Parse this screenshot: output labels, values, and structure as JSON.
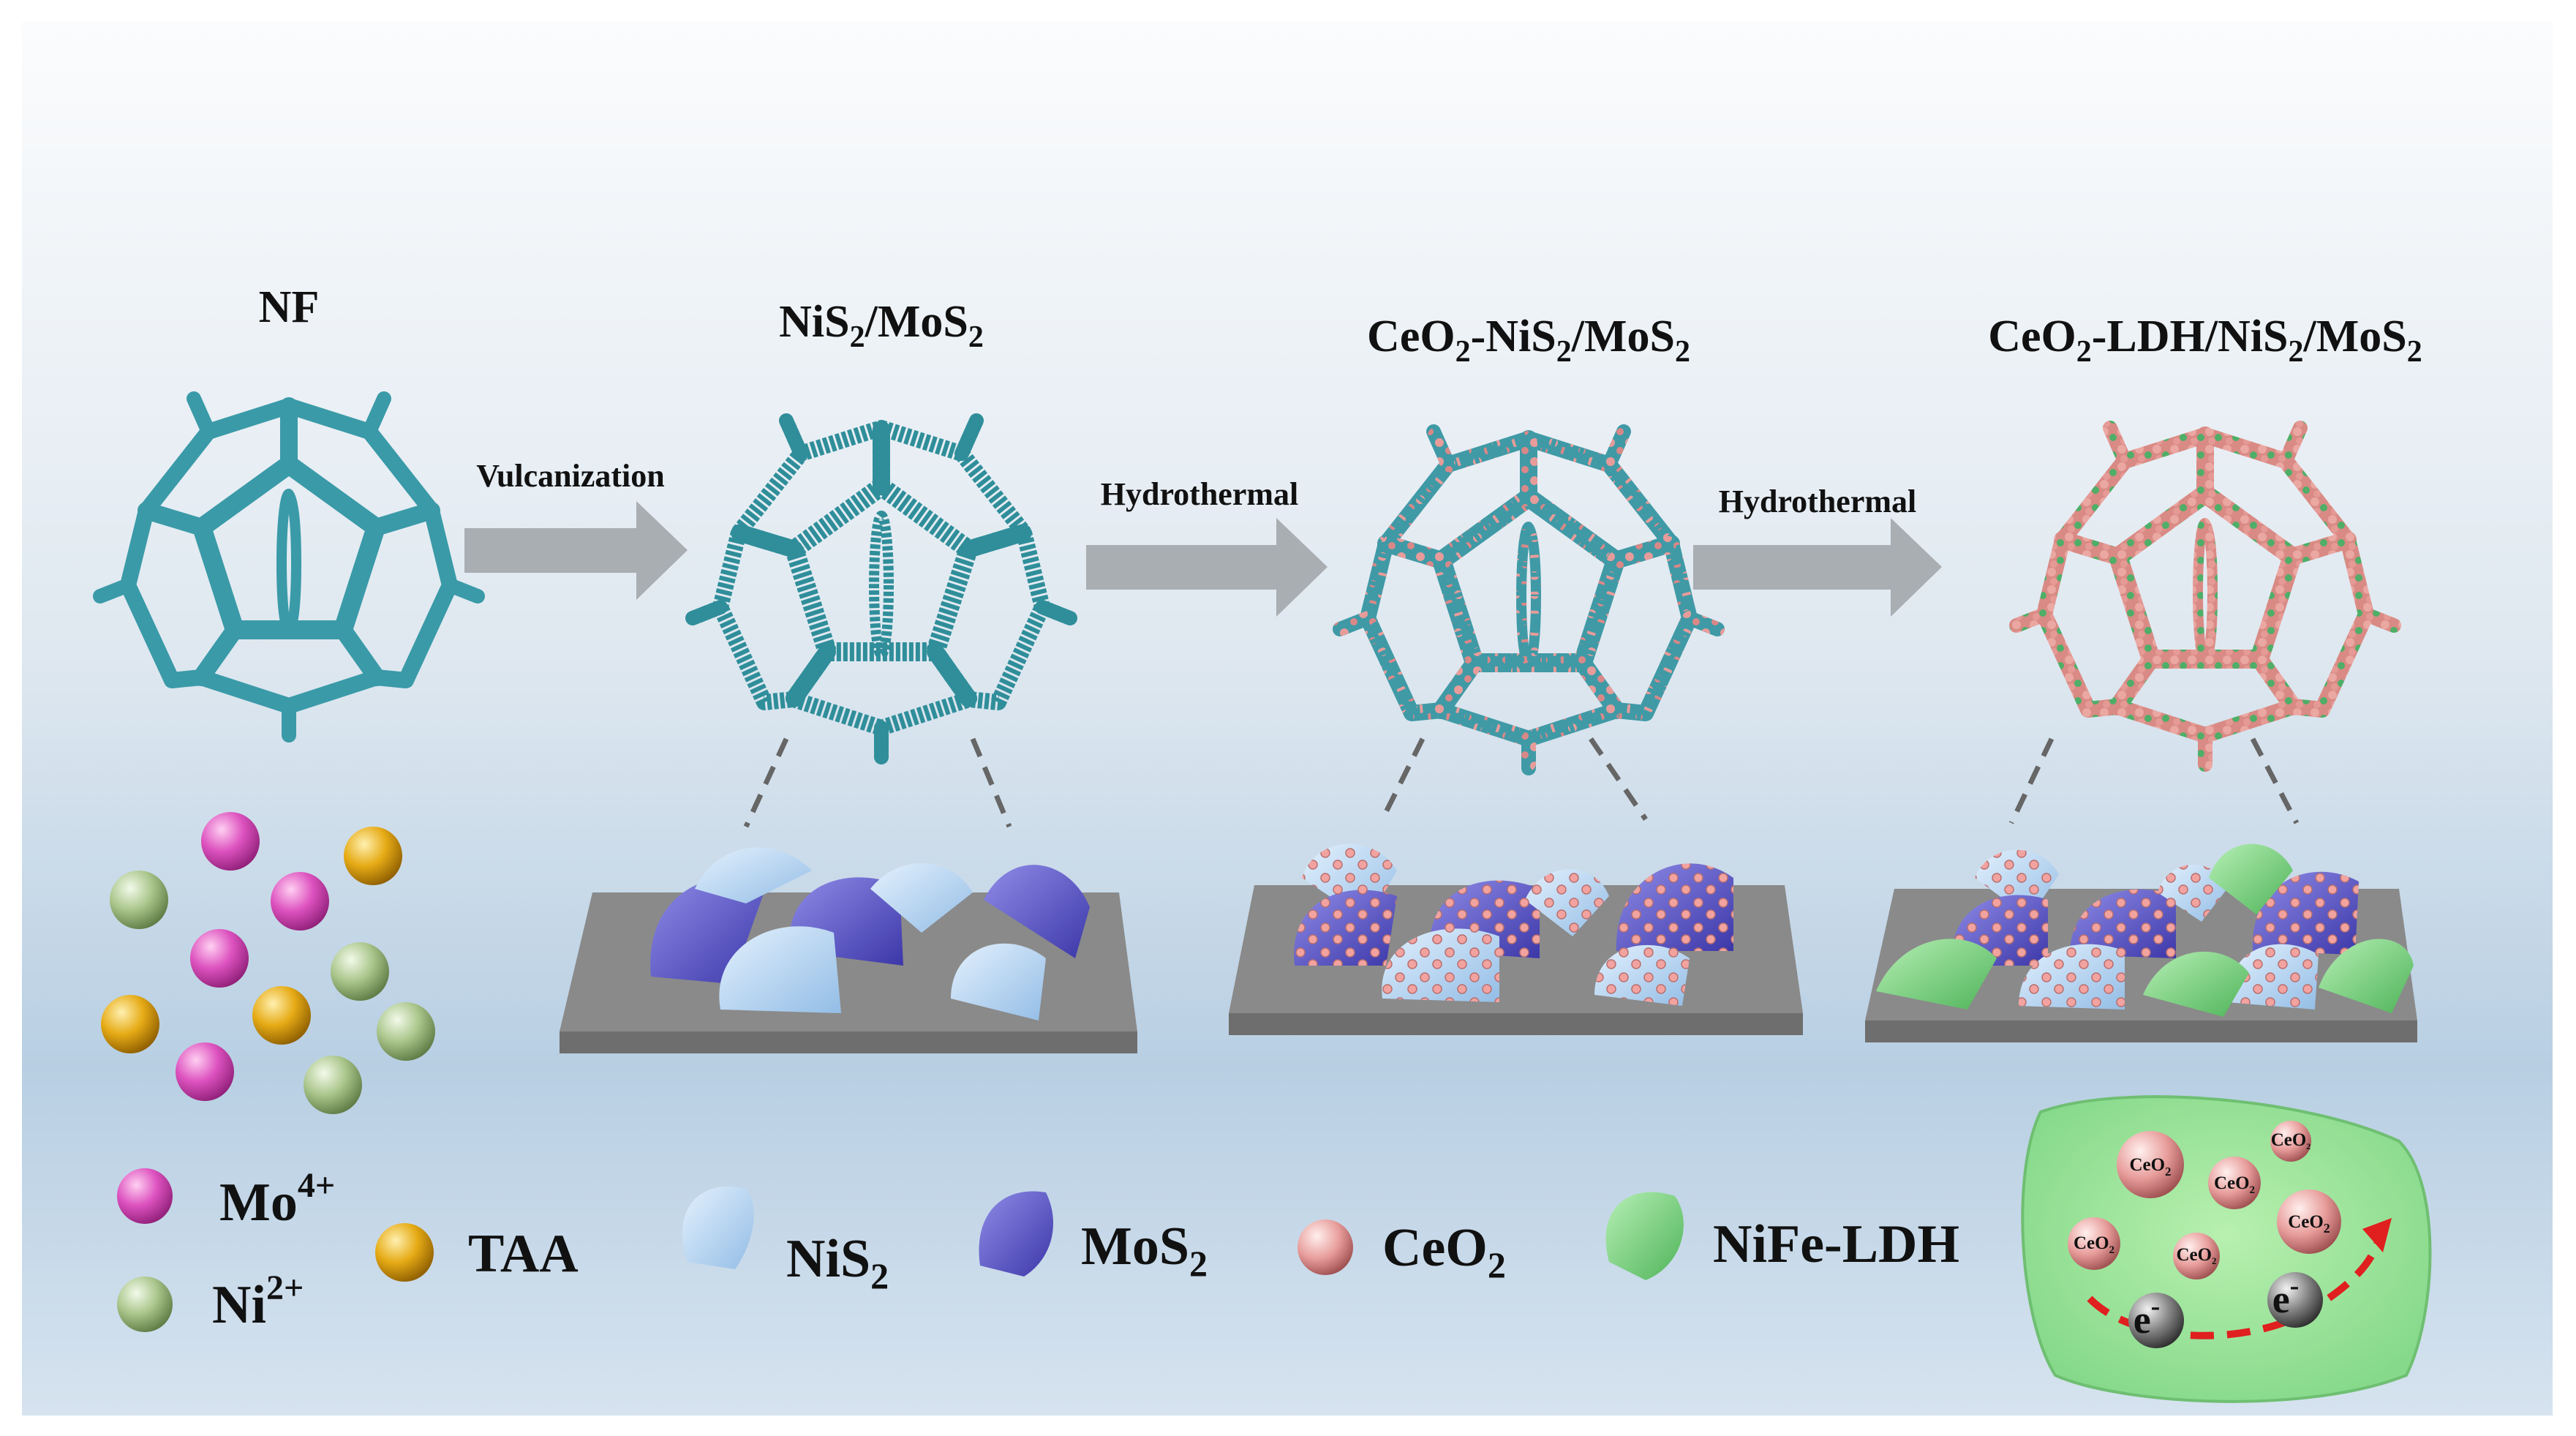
{
  "stages": [
    {
      "title": "NF"
    },
    {
      "title": "NiS",
      "sub1": "2",
      "mid1": "/MoS",
      "sub2": "2",
      "tail": ""
    },
    {
      "title": "CeO",
      "sub1": "2",
      "mid1": "-NiS",
      "sub2": "2",
      "mid2": "/MoS",
      "sub3": "2"
    },
    {
      "title": "CeO",
      "sub1": "2",
      "mid1": "-LDH/NiS",
      "sub2": "2",
      "mid2": "/MoS",
      "sub3": "2"
    }
  ],
  "steps": [
    "Vulcanization",
    "Hydrothermal",
    "Hydrothermal"
  ],
  "legend": {
    "mo": {
      "base": "Mo",
      "sup": "4+"
    },
    "ni": {
      "base": "Ni",
      "sup": "2+"
    },
    "taa": "TAA",
    "nis2": {
      "base": "NiS",
      "sub": "2"
    },
    "mos2": {
      "base": "MoS",
      "sub": "2"
    },
    "ceo2": {
      "base": "CeO",
      "sub": "2"
    },
    "ldh": "NiFe-LDH"
  },
  "inset": {
    "particle_label": "CeO",
    "particle_sub": "2",
    "electron": "e",
    "electron_sup": "-"
  },
  "colors": {
    "foam": "#3a9aa8",
    "mo": "#d94fb8",
    "ni": "#a9c48a",
    "taa": "#e2a514",
    "nis2": "#b7d6f2",
    "mos2": "#5a56c9",
    "ceo2": "#e49a9a",
    "ldh": "#7fd485",
    "arrow": "#a9aeb3",
    "substrate": "#7a7a7a"
  }
}
